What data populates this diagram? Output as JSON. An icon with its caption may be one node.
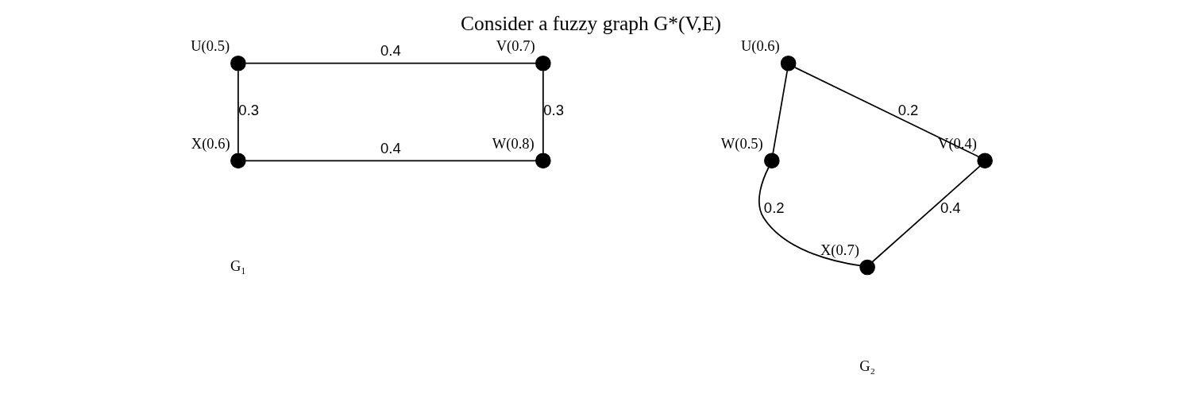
{
  "diagram": {
    "title": "Consider a fuzzy graph G*(V,E)",
    "nodes": [
      {
        "text": [],
        "shape": "circle",
        "beside": [
          "U(0.5)"
        ]
      },
      {
        "text": [],
        "shape": "circle",
        "beside": [
          "V(0.7)"
        ]
      },
      {
        "text": [],
        "shape": "circle",
        "beside": [
          "W(0.8)"
        ]
      },
      {
        "text": [],
        "shape": "circle",
        "beside": [
          "X(0.6)"
        ]
      },
      {
        "text": [],
        "shape": "circle",
        "beside": [
          "U(0.6)"
        ]
      },
      {
        "text": [],
        "shape": "circle",
        "beside": [
          "W(0.5)"
        ]
      },
      {
        "text": [],
        "shape": "circle",
        "beside": [
          "V(0.4)"
        ]
      },
      {
        "text": [],
        "shape": "circle",
        "beside": [
          "X(0.7)"
        ]
      }
    ],
    "edges": [
      {
        "from": 0,
        "to": 1,
        "arrow": "none",
        "label": "0.4"
      },
      {
        "from": 1,
        "to": 2,
        "arrow": "none",
        "label": "0.3"
      },
      {
        "from": 3,
        "to": 2,
        "arrow": "none",
        "label": "0.4"
      },
      {
        "from": 0,
        "to": 3,
        "arrow": "none",
        "label": "0.3"
      },
      {
        "from": 4,
        "to": 6,
        "arrow": "none",
        "label": "0.2"
      },
      {
        "from": 4,
        "to": 5,
        "arrow": "none"
      },
      {
        "from": 5,
        "to": 7,
        "arrow": "none",
        "label": "0.2"
      },
      {
        "from": 6,
        "to": 7,
        "arrow": "none",
        "label": "0.4"
      }
    ],
    "labels": [
      "G₁",
      "G₂"
    ]
  }
}
